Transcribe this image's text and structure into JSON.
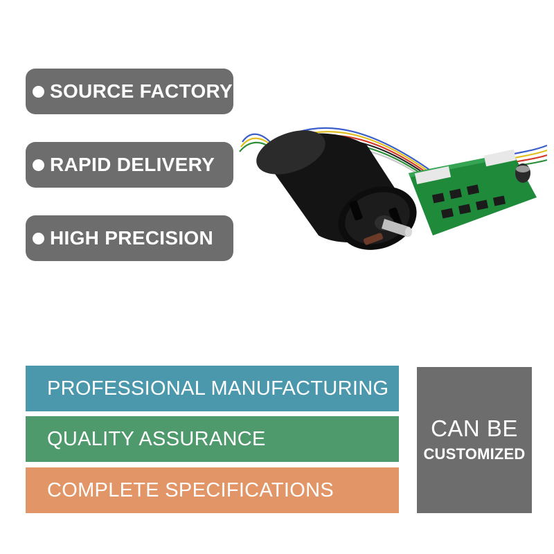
{
  "features": [
    {
      "label": "SOURCE FACTORY"
    },
    {
      "label": "RAPID DELIVERY"
    },
    {
      "label": "HIGH PRECISION"
    }
  ],
  "bars": [
    {
      "label": "PROFESSIONAL MANUFACTURING",
      "color": "#4b98ad"
    },
    {
      "label": "QUALITY ASSURANCE",
      "color": "#4e9a6c"
    },
    {
      "label": "COMPLETE SPECIFICATIONS",
      "color": "#e29566"
    }
  ],
  "custom_box": {
    "line1": "CAN BE",
    "line2": "CUSTOMIZED",
    "color": "#6d6d6d"
  },
  "product_image": {
    "icon": "brushless-motor-with-driver-board"
  }
}
